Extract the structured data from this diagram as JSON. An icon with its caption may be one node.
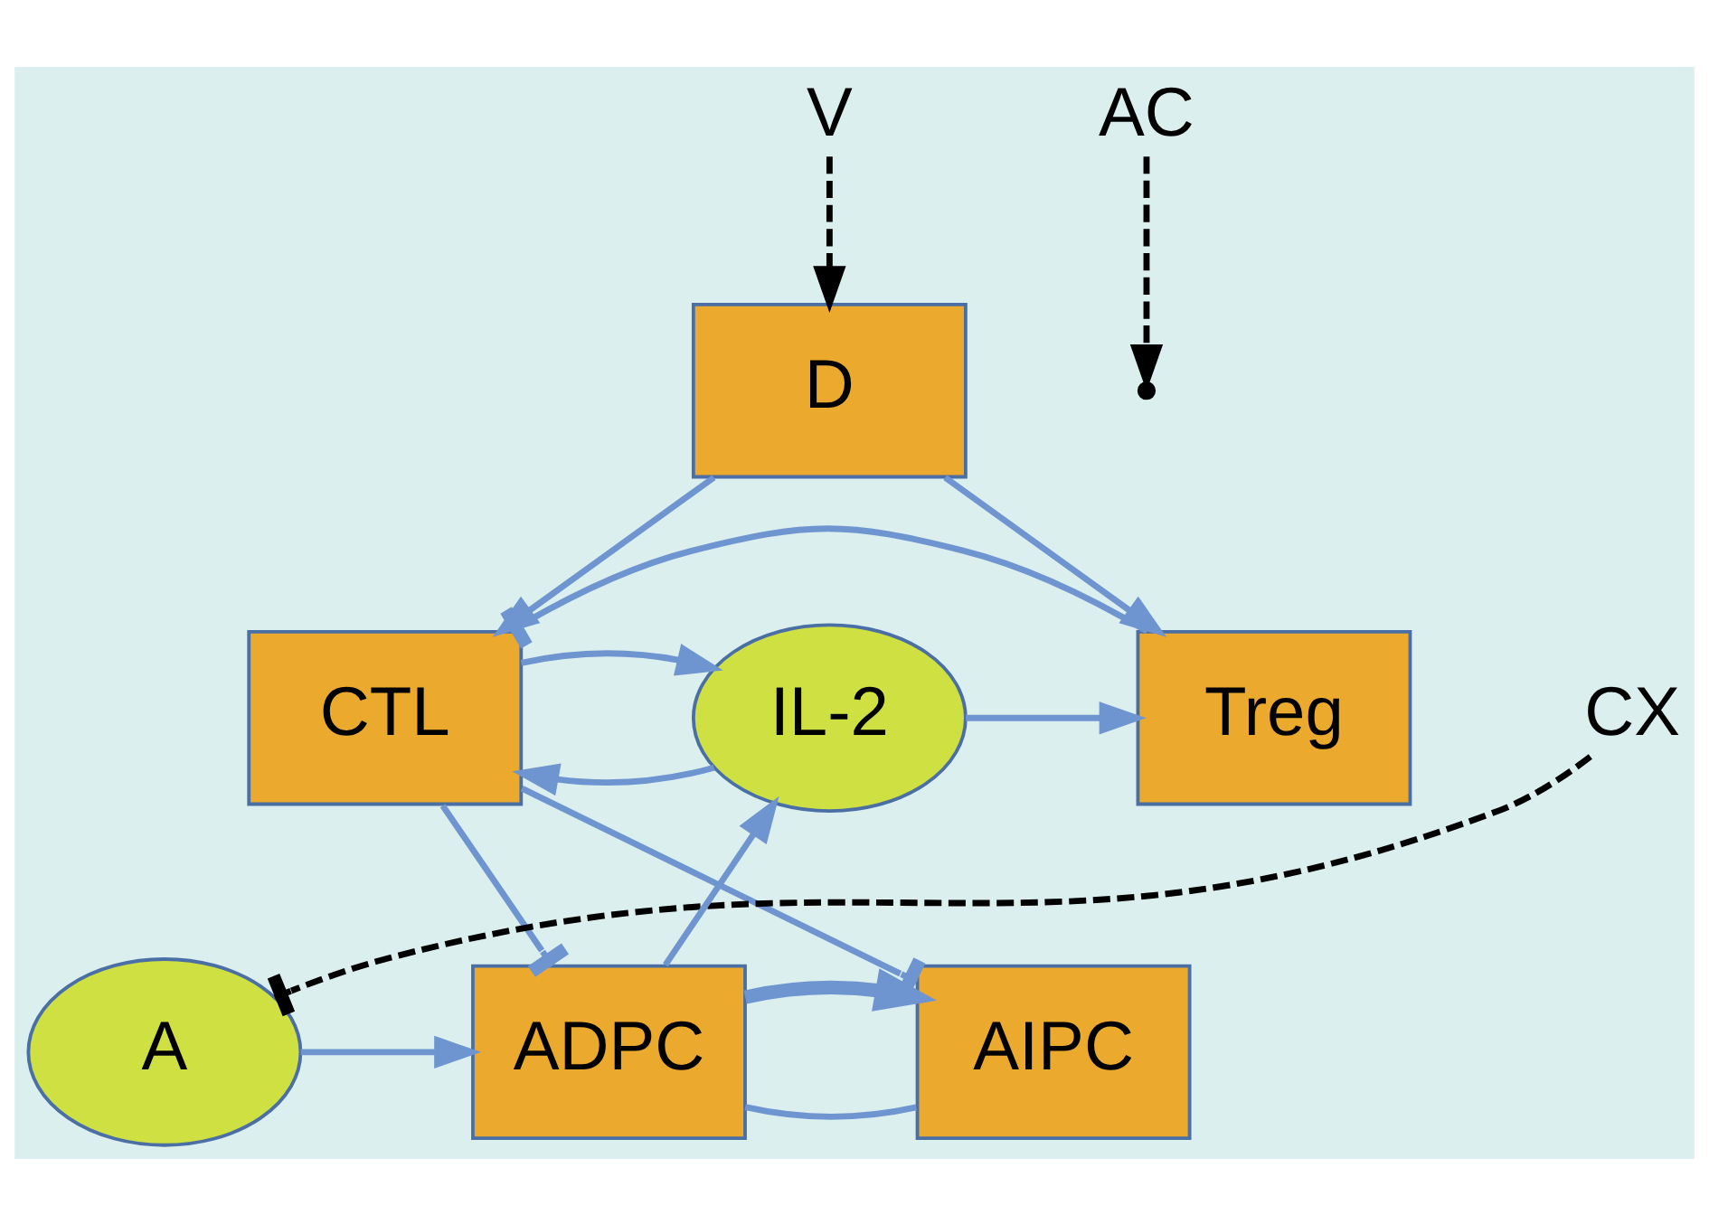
{
  "diagram": {
    "nodes": [
      {
        "text": [
          "V"
        ]
      },
      {
        "text": [
          "D"
        ]
      },
      {
        "text": [
          "CTL"
        ]
      },
      {
        "text": [
          "IL-2"
        ]
      },
      {
        "text": [
          "Treg"
        ]
      },
      {
        "text": [
          "CX"
        ]
      },
      {
        "text": [
          "A"
        ]
      },
      {
        "text": [
          "ADPC"
        ]
      },
      {
        "text": [
          "AIPC"
        ]
      },
      {
        "text": [
          "AC"
        ]
      }
    ],
    "edges": [
      {
        "from": 0,
        "to": 1,
        "arrow": "to",
        "style": "dashed",
        "color": "#000000"
      },
      {
        "from": 1,
        "to": 2,
        "arrow": "to"
      },
      {
        "from": 1,
        "to": 4,
        "arrow": "to"
      },
      {
        "from": 4,
        "to": 2,
        "arrow": "other"
      },
      {
        "from": 3,
        "to": 2,
        "arrow": "to"
      },
      {
        "from": 2,
        "to": 3,
        "arrow": "to"
      },
      {
        "from": 3,
        "to": 4,
        "arrow": "to"
      },
      {
        "from": 7,
        "to": 3,
        "arrow": "to"
      },
      {
        "from": 7,
        "to": 8,
        "arrow": "none"
      },
      {
        "from": 5,
        "to": 6,
        "arrow": "other",
        "style": "dashed",
        "color": "#000000"
      },
      {
        "from": 6,
        "to": 7,
        "arrow": "to"
      },
      {
        "from": 7,
        "to": 8,
        "arrow": "to",
        "style": "thick"
      },
      {
        "from": 2,
        "to": 7,
        "arrow": "other"
      },
      {
        "from": 2,
        "to": 8,
        "arrow": "other"
      },
      {
        "from": 9,
        "to": null,
        "arrow": "to",
        "style": "dashed",
        "color": "#000000"
      }
    ]
  }
}
